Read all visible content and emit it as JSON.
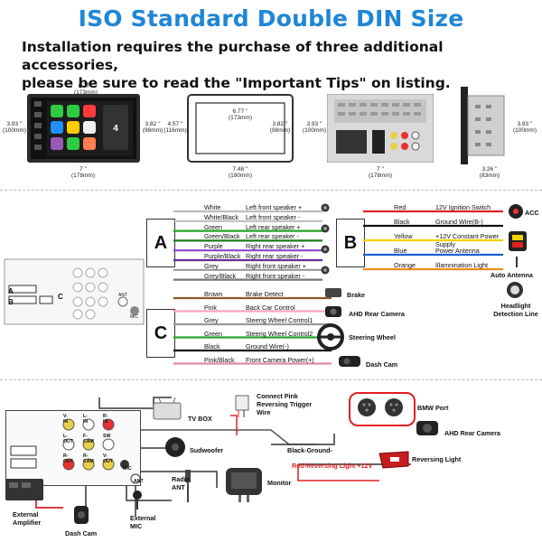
{
  "header": {
    "title": "ISO Standard Double DIN  Size",
    "subtitle_line1": "Installation requires the purchase of three additional accessories,",
    "subtitle_line2": "please be sure to read the \"Important Tips\" on listing."
  },
  "dimensions": {
    "unit1": {
      "top": "6.77 ''",
      "top_mm": "(173mm)",
      "left": "3.93 ''",
      "left_mm": "(100mm)",
      "right": "3.82 ''",
      "right_mm": "(98mm)",
      "bottom": "7 ''",
      "bottom_mm": "(178mm)"
    },
    "frame": {
      "left": "4.57 ''",
      "left_mm": "(116mm)",
      "inner_top": "6.77 ''",
      "inner_top_mm": "(173mm)",
      "inner_right": "3.82 ''",
      "inner_right_mm": "(98mm)",
      "bottom": "7.48 ''",
      "bottom_mm": "(190mm)"
    },
    "back": {
      "left": "3.93 ''",
      "left_mm": "(100mm)",
      "bottom": "7 ''",
      "bottom_mm": "(178mm)"
    },
    "side": {
      "right": "3.93 ''",
      "right_mm": "(100mm)",
      "bottom": "3.26 ''",
      "bottom_mm": "(83mm)"
    }
  },
  "harness": {
    "connector_a": "A",
    "connector_b": "B",
    "connector_c": "C",
    "a_wires": [
      {
        "color_name": "White",
        "function": "Left front speaker +",
        "hex": "#ffffff"
      },
      {
        "color_name": "White/Black",
        "function": "Left front speaker -",
        "hex": "#dddddd"
      },
      {
        "color_name": "Green",
        "function": "Left rear speaker +",
        "hex": "#29a329"
      },
      {
        "color_name": "Green/Black",
        "function": "Left rear speaker -",
        "hex": "#1e7a1e"
      },
      {
        "color_name": "Purple",
        "function": "Right rear speaker +",
        "hex": "#8e44c9"
      },
      {
        "color_name": "Purple/Black",
        "function": "Right rear speaker -",
        "hex": "#6a2c99"
      },
      {
        "color_name": "Grey",
        "function": "Right front speaker +",
        "hex": "#999999"
      },
      {
        "color_name": "Grey/Black",
        "function": "Right front speaker -",
        "hex": "#777777"
      }
    ],
    "b_wires": [
      {
        "color_name": "Red",
        "function": "12V Ignition Switch",
        "hex": "#e02020"
      },
      {
        "color_name": "Black",
        "function": "Ground Wire(B-)",
        "hex": "#111111"
      },
      {
        "color_name": "Yellow",
        "function": "+12V Constant Power Supply",
        "hex": "#f2d200"
      },
      {
        "color_name": "Blue",
        "function": "Power Antenna",
        "hex": "#1f5fd6"
      },
      {
        "color_name": "Orange",
        "function": "Illamnination Light",
        "hex": "#f08a1c"
      }
    ],
    "c_wires": [
      {
        "color_name": "Brown",
        "function": "Brake Detect",
        "hex": "#8b5a2b"
      },
      {
        "color_name": "Pink",
        "function": "Back Car Control",
        "hex": "#f4a6c0"
      },
      {
        "color_name": "Grey",
        "function": "Steerig Wheel Control1",
        "hex": "#999999"
      },
      {
        "color_name": "Green",
        "function": "Steerig Wheel Control2",
        "hex": "#29a329"
      },
      {
        "color_name": "Black",
        "function": "Ground Wire(-)",
        "hex": "#111111"
      },
      {
        "color_name": "Pink/Black",
        "function": "Front Camera Power(+)",
        "hex": "#e389a8"
      }
    ],
    "b_accessories": {
      "acc": "ACC",
      "auto_antenna": "Auto Antenna",
      "headlight": "Headlight",
      "headlight2": "Detection Line"
    },
    "c_accessories": {
      "brake": "Brake",
      "rear_camera": "AHD Rear Camera",
      "steering": "Steering Wheel",
      "dash_cam": "Dash Cam"
    },
    "back_panel": {
      "ant": "ANT",
      "mic": "MIC",
      "a": "A",
      "b": "B",
      "c": "C"
    }
  },
  "connections": {
    "port_labels": [
      "V-IN",
      "L-IN",
      "R-IN",
      "L-OUT",
      "F-CAM",
      "SW",
      "R-OUT",
      "R-CAM",
      "V-OUT",
      "MIC",
      "ANT"
    ],
    "tv_box": "TV BOX",
    "pink_trigger_1": "Connect Pink",
    "pink_trigger_2": "Reversing Trigger",
    "pink_trigger_3": "Wire",
    "bmw_port": "BMW Port",
    "ahd_rear_camera": "AHD Rear Camera",
    "subwoofer": "Sudwoofer",
    "black_ground": "Black-Ground-",
    "red_reversing": "Red-Reversing Light +12V",
    "reversing_light": "Reversing Light",
    "radio_ant_1": "Radio",
    "radio_ant_2": "ANT",
    "monitor": "Monitor",
    "external_amplifier_1": "External",
    "external_amplifier_2": "Amplifier",
    "dash_cam": "Dash Cam",
    "external_mic_1": "External",
    "external_mic_2": "MIC"
  }
}
